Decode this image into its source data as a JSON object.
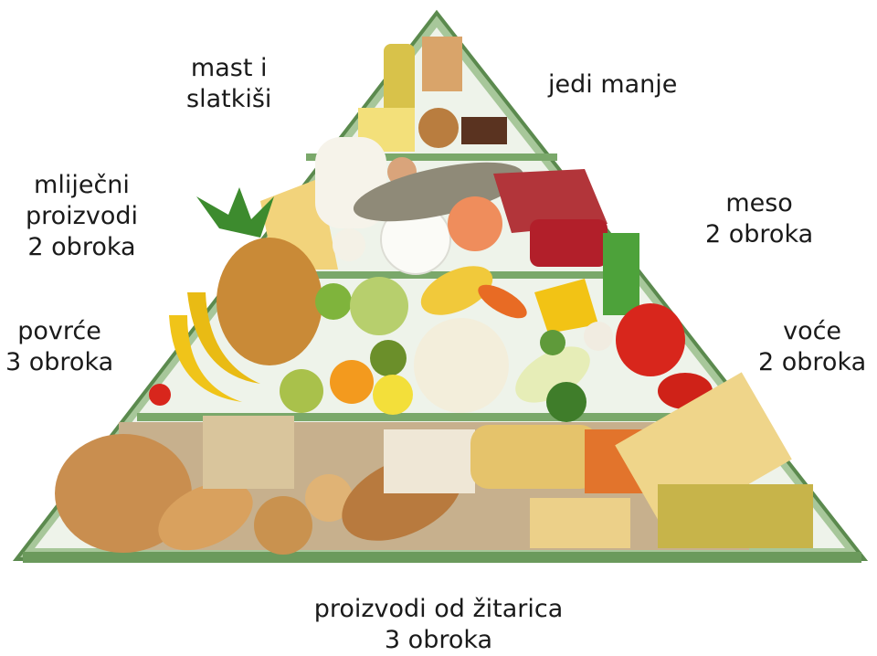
{
  "labels": {
    "top_left": [
      "mast i",
      "slatkiši"
    ],
    "top_right": [
      "jedi manje"
    ],
    "dairy": [
      "mliječni",
      "proizvodi",
      "2 obroka"
    ],
    "meat": [
      "meso",
      "2 obroka"
    ],
    "vegetables": [
      "povrće",
      "3 obroka"
    ],
    "fruit": [
      "voće",
      "2 obroka"
    ],
    "grains": [
      "proizvodi od žitarica",
      "3 obroka"
    ]
  },
  "colors": {
    "frame": "#7aa86a",
    "frame_dark": "#5b8a4e",
    "bread": "#c98e4f",
    "fruit_yellow": "#f0c419",
    "tomato": "#d8261c",
    "leaf": "#3d8b2e"
  }
}
